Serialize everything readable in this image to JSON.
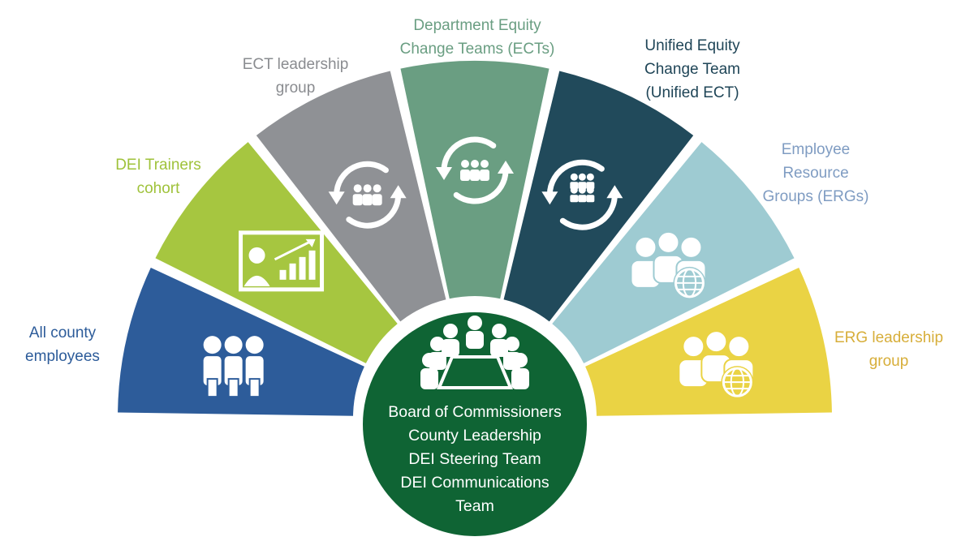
{
  "segments": [
    {
      "id": "all-county-employees",
      "color": "#2d5c9a",
      "label_color": "#2d5c9a",
      "label_lines": [
        "All county",
        "employees"
      ],
      "icon": "three-people-icon"
    },
    {
      "id": "dei-trainers-cohort",
      "color": "#a6c640",
      "label_color": "#9fc23a",
      "label_lines": [
        "DEI Trainers",
        "cohort"
      ],
      "icon": "presentation-board-icon"
    },
    {
      "id": "ect-leadership-group",
      "color": "#8f9195",
      "label_color": "#8a8c90",
      "label_lines": [
        "ECT leadership",
        "group"
      ],
      "icon": "team-cycle-icon"
    },
    {
      "id": "department-equity-change-teams",
      "color": "#6a9e82",
      "label_color": "#6a9e82",
      "label_lines": [
        "Department Equity",
        "Change Teams (ECTs)"
      ],
      "icon": "team-cycle-icon"
    },
    {
      "id": "unified-equity-change-team",
      "color": "#214a5b",
      "label_color": "#1f4557",
      "label_lines": [
        "Unified Equity",
        "Change Team",
        "(Unified ECT)"
      ],
      "icon": "two-teams-cycle-icon"
    },
    {
      "id": "employee-resource-groups",
      "color": "#9ecbd2",
      "label_color": "#7f9cc2",
      "label_lines": [
        "Employee",
        "Resource",
        "Groups (ERGs)"
      ],
      "icon": "people-globe-icon"
    },
    {
      "id": "erg-leadership-group",
      "color": "#ead344",
      "label_color": "#d7ae3a",
      "label_lines": [
        "ERG leadership",
        "group"
      ],
      "icon": "people-globe-icon"
    }
  ],
  "center": {
    "color": "#0f6434",
    "icon": "conference-table-icon",
    "lines": [
      "Board of Commissioners",
      "County Leadership",
      "DEI Steering Team",
      "DEI Communications",
      "Team"
    ]
  }
}
